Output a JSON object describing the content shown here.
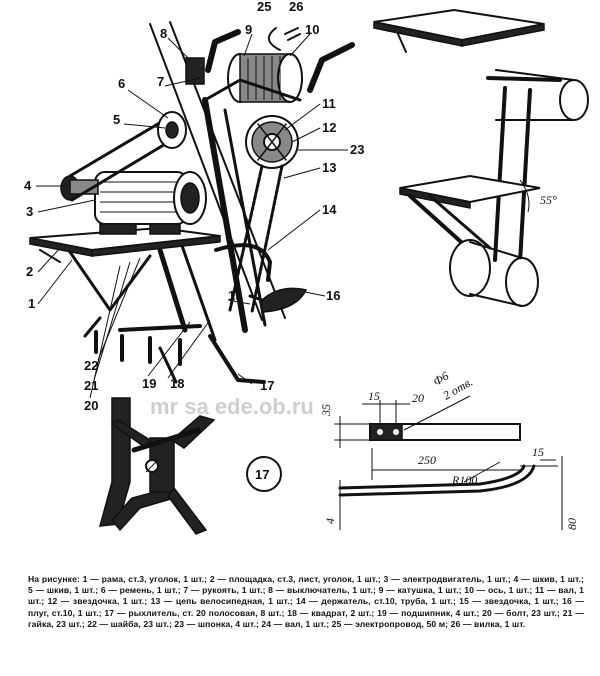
{
  "labels": {
    "l1": "1",
    "l2": "2",
    "l3": "3",
    "l4": "4",
    "l5": "5",
    "l6": "6",
    "l7": "7",
    "l8": "8",
    "l9": "9",
    "l10": "10",
    "l11": "11",
    "l12": "12",
    "l13": "13",
    "l14": "14",
    "l15": "15",
    "l16": "16",
    "l17": "17",
    "l18": "18",
    "l19": "19",
    "l20": "20",
    "l21": "21",
    "l22": "22",
    "l23": "23",
    "l25": "25",
    "l26": "26"
  },
  "angle": "55°",
  "dims": {
    "d35": "35",
    "d15a": "15",
    "d20": "20",
    "d6": "Ф6",
    "d2": "2 отв.",
    "d250": "250",
    "r100": "R100",
    "d15b": "15",
    "d4": "4",
    "d80": "80"
  },
  "circle_label": "17",
  "watermark": "mr sa  ede.ob.ru",
  "caption": "На рисунке: 1 — рама, ст.3, уголок, 1 шт.; 2 — площадка, ст.3, лист, уголок, 1 шт.; 3 — электродвигатель, 1 шт.; 4 — шкив, 1 шт.; 5 — шкив, 1 шт.; 6 — ремень, 1 шт.; 7 — рукоять, 1 шт.; 8 — выключатель, 1 шт.; 9 — катушка, 1 шт.; 10 — ось, 1 шт.; 11 — вал, 1 шт.; 12 — звездочка, 1 шт.; 13 — цепь велосипедная, 1 шт.; 14 — держатель, ст.10, труба, 1 шт.; 15 — звездочка, 1 шт.; 16 — плуг, ст.10, 1 шт.; 17 — рыхлитель, ст. 20 полосовая, 8 шт.; 18 — квадрат, 2 шт.; 19 — подшипник, 4 шт.; 20 — болт, 23 шт.; 21 — гайка, 23 шт.; 22 — шайба, 23 шт.; 23 — шпонка, 4 шт.; 24 — вал, 1 шт.; 25 — электропровод, 50 м; 26 — вилка, 1 шт."
}
